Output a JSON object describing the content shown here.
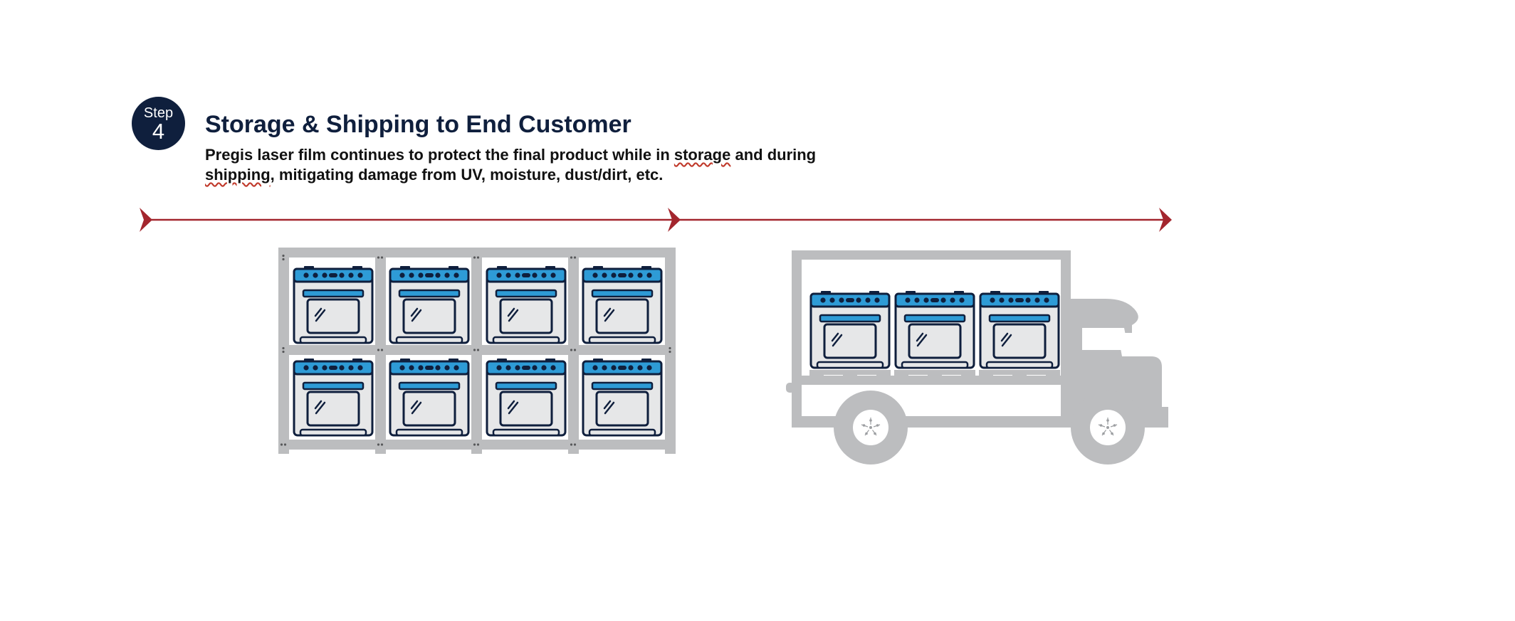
{
  "step": {
    "word": "Step",
    "number": "4"
  },
  "title": "Storage & Shipping to End Customer",
  "description": {
    "part1": "Pregis laser film continues to protect the final product while in ",
    "storage": "storage",
    "part2": " and during ",
    "shipping": "shipping",
    "part3": ", mitigating damage from UV, moisture, dust/dirt, etc."
  },
  "colors": {
    "navy": "#0f1f3d",
    "arrow_red": "#a3262e",
    "rack_gray": "#bcbdbf",
    "oven_blue": "#2e9bd6",
    "oven_body": "#e6e7e8"
  },
  "icons": {
    "badge": "step-badge",
    "rack": "storage-rack-icon",
    "oven": "oven-icon",
    "truck": "delivery-truck-icon",
    "arrow": "timeline-arrow-icon"
  },
  "rack_ovens": 8,
  "truck_ovens": 3
}
